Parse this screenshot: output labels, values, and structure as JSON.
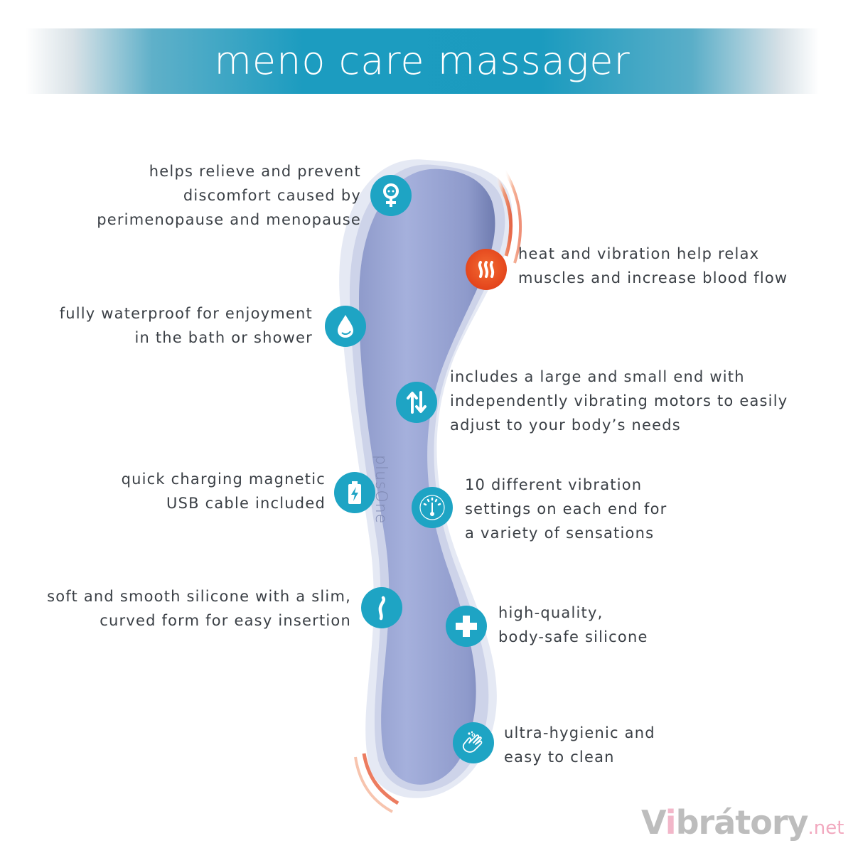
{
  "header": {
    "title": "meno care massager"
  },
  "product": {
    "brand_mark": "plusOne",
    "body_color": "#9aa6d2",
    "accent_heat_color": "#e4451c"
  },
  "features_left": [
    {
      "icon": "female-symbol-icon",
      "lines": [
        "helps relieve and prevent",
        "discomfort caused by",
        "perimenopause and menopause"
      ]
    },
    {
      "icon": "water-drop-icon",
      "lines": [
        "fully waterproof for enjoyment",
        "in the bath or shower"
      ]
    },
    {
      "icon": "battery-charging-icon",
      "lines": [
        "quick charging magnetic",
        "USB cable included"
      ]
    },
    {
      "icon": "curved-shape-icon",
      "lines": [
        "soft and smooth silicone with a slim,",
        "curved form for easy insertion"
      ]
    }
  ],
  "features_right": [
    {
      "icon": "heat-waves-icon",
      "lines": [
        "heat and vibration help relax",
        "muscles and increase blood flow"
      ]
    },
    {
      "icon": "up-down-arrows-icon",
      "lines": [
        "includes a large and small end with",
        "independently vibrating motors to easily",
        "adjust to your body’s needs"
      ]
    },
    {
      "icon": "gauge-icon",
      "lines": [
        "10 different vibration",
        "settings on each end for",
        "a variety of sensations"
      ]
    },
    {
      "icon": "medical-cross-icon",
      "lines": [
        "high-quality,",
        "body-safe silicone"
      ]
    },
    {
      "icon": "washing-hands-icon",
      "lines": [
        "ultra-hygienic and",
        "easy to clean"
      ]
    }
  ],
  "watermark": {
    "prefix": "V",
    "accent": "i",
    "main": "brátory",
    "suffix": ".net"
  },
  "colors": {
    "teal": "#1ea4c4",
    "text": "#3a3f45",
    "heat": "#e4451c"
  }
}
